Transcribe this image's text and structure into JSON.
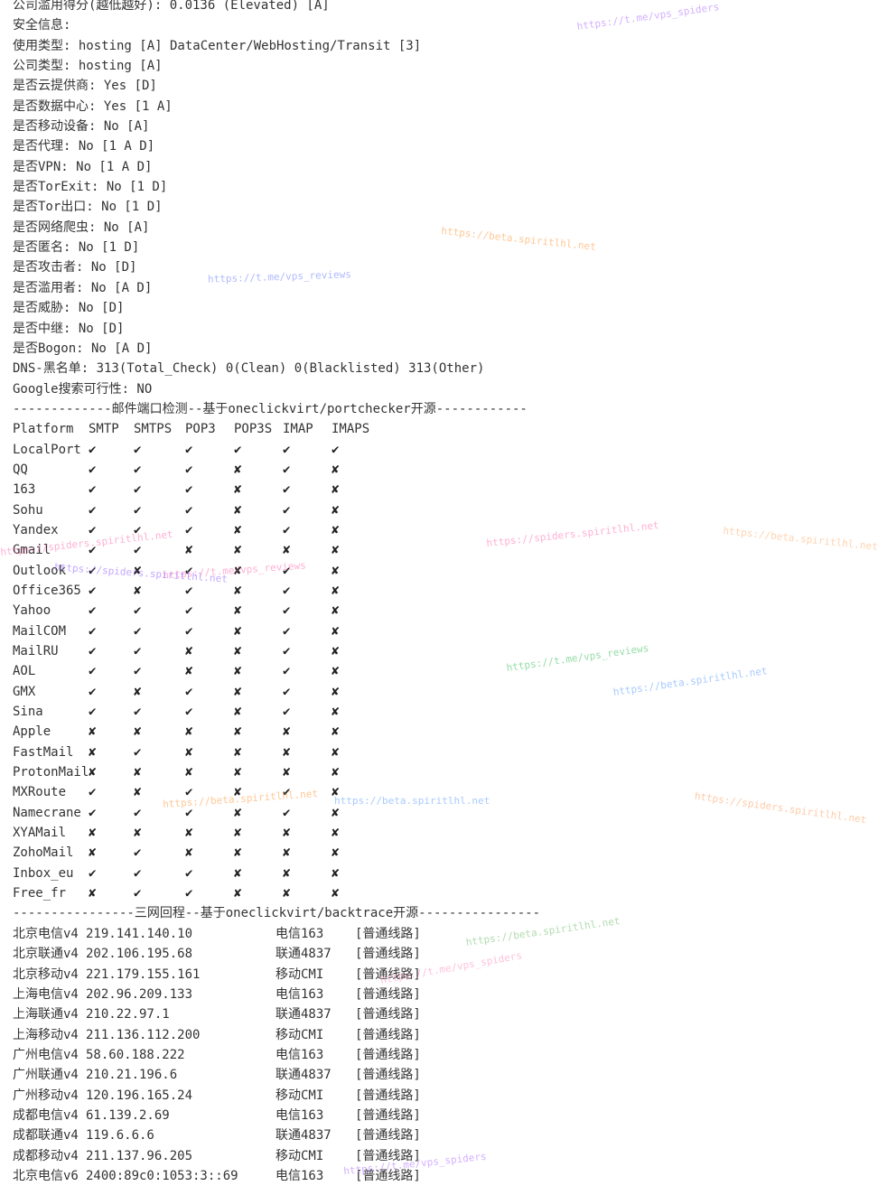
{
  "header_lines": [
    "公司滥用得分(越低越好): 0.0136 (Elevated) [A]",
    "安全信息:",
    "使用类型: hosting [A] DataCenter/WebHosting/Transit [3]",
    "公司类型: hosting [A]",
    "是否云提供商: Yes [D]",
    "是否数据中心: Yes [1 A]",
    "是否移动设备: No [A]",
    "是否代理: No [1 A D]",
    "是否VPN: No [1 A D]",
    "是否TorExit: No [1 D]",
    "是否Tor出口: No [1 D]",
    "是否网络爬虫: No [A]",
    "是否匿名: No [1 D]",
    "是否攻击者: No [D]",
    "是否滥用者: No [A D]",
    "是否威胁: No [D]",
    "是否中继: No [D]",
    "是否Bogon: No [A D]",
    "DNS-黑名单: 313(Total_Check) 0(Clean) 0(Blacklisted) 313(Other)",
    "Google搜索可行性: NO"
  ],
  "mail": {
    "title": "-------------邮件端口检测--基于oneclickvirt/portchecker开源------------",
    "headers": [
      "Platform",
      "SMTP",
      "SMTPS",
      "POP3",
      "POP3S",
      "IMAP",
      "IMAPS"
    ],
    "rows": [
      [
        "LocalPort",
        "✔",
        "✔",
        "✔",
        "✔",
        "✔",
        "✔"
      ],
      [
        "QQ",
        "✔",
        "✔",
        "✔",
        "✘",
        "✔",
        "✘"
      ],
      [
        "163",
        "✔",
        "✔",
        "✔",
        "✘",
        "✔",
        "✘"
      ],
      [
        "Sohu",
        "✔",
        "✔",
        "✔",
        "✘",
        "✔",
        "✘"
      ],
      [
        "Yandex",
        "✔",
        "✔",
        "✔",
        "✘",
        "✔",
        "✘"
      ],
      [
        "Gmail",
        "✔",
        "✔",
        "✘",
        "✘",
        "✘",
        "✘"
      ],
      [
        "Outlook",
        "✔",
        "✘",
        "✔",
        "✘",
        "✔",
        "✘"
      ],
      [
        "Office365",
        "✔",
        "✘",
        "✔",
        "✘",
        "✔",
        "✘"
      ],
      [
        "Yahoo",
        "✔",
        "✔",
        "✔",
        "✘",
        "✔",
        "✘"
      ],
      [
        "MailCOM",
        "✔",
        "✔",
        "✔",
        "✘",
        "✔",
        "✘"
      ],
      [
        "MailRU",
        "✔",
        "✔",
        "✘",
        "✘",
        "✔",
        "✘"
      ],
      [
        "AOL",
        "✔",
        "✔",
        "✘",
        "✘",
        "✔",
        "✘"
      ],
      [
        "GMX",
        "✔",
        "✘",
        "✔",
        "✘",
        "✔",
        "✘"
      ],
      [
        "Sina",
        "✔",
        "✔",
        "✔",
        "✘",
        "✔",
        "✘"
      ],
      [
        "Apple",
        "✘",
        "✘",
        "✘",
        "✘",
        "✘",
        "✘"
      ],
      [
        "FastMail",
        "✘",
        "✔",
        "✘",
        "✘",
        "✘",
        "✘"
      ],
      [
        "ProtonMail",
        "✘",
        "✘",
        "✘",
        "✘",
        "✘",
        "✘"
      ],
      [
        "MXRoute",
        "✔",
        "✘",
        "✔",
        "✘",
        "✔",
        "✘"
      ],
      [
        "Namecrane",
        "✔",
        "✔",
        "✔",
        "✘",
        "✔",
        "✘"
      ],
      [
        "XYAMail",
        "✘",
        "✘",
        "✘",
        "✘",
        "✘",
        "✘"
      ],
      [
        "ZohoMail",
        "✘",
        "✔",
        "✘",
        "✘",
        "✘",
        "✘"
      ],
      [
        "Inbox_eu",
        "✔",
        "✔",
        "✔",
        "✘",
        "✘",
        "✘"
      ],
      [
        "Free_fr",
        "✘",
        "✔",
        "✔",
        "✘",
        "✘",
        "✘"
      ]
    ]
  },
  "backtrace": {
    "title": "----------------三网回程--基于oneclickvirt/backtrace开源----------------",
    "rows": [
      [
        "北京电信v4",
        "219.141.140.10",
        "电信163",
        "[普通线路]"
      ],
      [
        "北京联通v4",
        "202.106.195.68",
        "联通4837",
        "[普通线路]"
      ],
      [
        "北京移动v4",
        "221.179.155.161",
        "移动CMI",
        "[普通线路]"
      ],
      [
        "上海电信v4",
        "202.96.209.133",
        "电信163",
        "[普通线路]"
      ],
      [
        "上海联通v4",
        "210.22.97.1",
        "联通4837",
        "[普通线路]"
      ],
      [
        "上海移动v4",
        "211.136.112.200",
        "移动CMI",
        "[普通线路]"
      ],
      [
        "广州电信v4",
        "58.60.188.222",
        "电信163",
        "[普通线路]"
      ],
      [
        "广州联通v4",
        "210.21.196.6",
        "联通4837",
        "[普通线路]"
      ],
      [
        "广州移动v4",
        "120.196.165.24",
        "移动CMI",
        "[普通线路]"
      ],
      [
        "成都电信v4",
        "61.139.2.69",
        "电信163",
        "[普通线路]"
      ],
      [
        "成都联通v4",
        "119.6.6.6",
        "联通4837",
        "[普通线路]"
      ],
      [
        "成都移动v4",
        "211.137.96.205",
        "移动CMI",
        "[普通线路]"
      ],
      [
        "北京电信v6",
        "2400:89c0:1053:3::69",
        "电信163",
        "[普通线路]"
      ]
    ]
  },
  "watermarks": [
    {
      "text": "https://t.me/vps_spiders",
      "color": "#b070ff"
    },
    {
      "text": "https://beta.spiritlhl.net",
      "color": "#ff9a40"
    },
    {
      "text": "https://t.me/vps_reviews",
      "color": "#40c060"
    },
    {
      "text": "https://spiders.spiritlhl.net",
      "color": "#ff70b0"
    },
    {
      "text": "https://beta.spiritlhl.net",
      "color": "#60a0ff"
    },
    {
      "text": "https://t.me/vps_reviews",
      "color": "#ff70b0"
    },
    {
      "text": "https://beta.spiritlhl.net",
      "color": "#ffb070"
    },
    {
      "text": "https://t.me/vps_spiders",
      "color": "#ff90c0"
    },
    {
      "text": "https://spiders.spiritlhl.net",
      "color": "#ffa060"
    },
    {
      "text": "https://beta.spiritlhl.net",
      "color": "#70c070"
    },
    {
      "text": "https://t.me/vps_reviews",
      "color": "#7080ff"
    },
    {
      "text": "https://spiders.spiritlhl.net",
      "color": "#9060ff"
    },
    {
      "text": "https://beta.spiritlhl.net",
      "color": "#ff9a40"
    },
    {
      "text": "https://t.me/vps_spiders",
      "color": "#b070ff"
    },
    {
      "text": "https://spiders.spiritlhl.net",
      "color": "#ff70b0"
    },
    {
      "text": "https://beta.spiritlhl.net",
      "color": "#60a0ff"
    }
  ]
}
